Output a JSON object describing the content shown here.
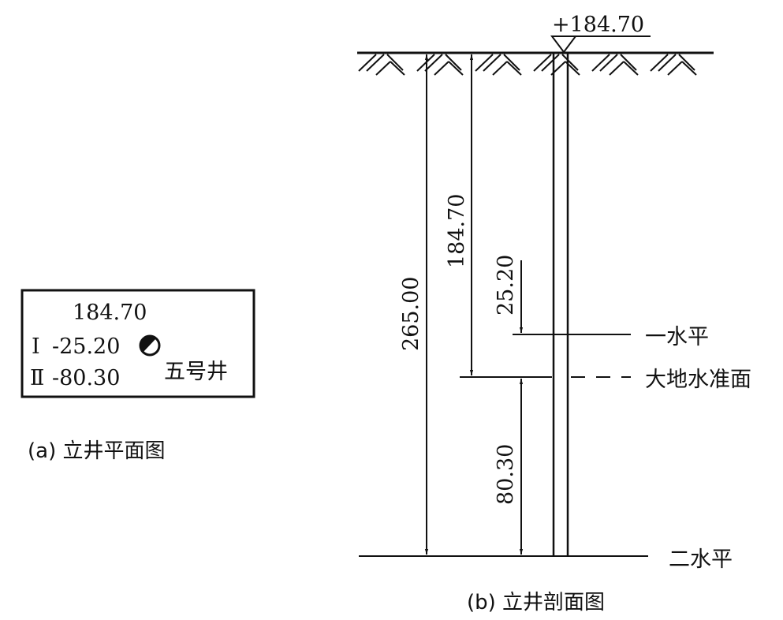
{
  "plan": {
    "elevation": "184.70",
    "level1_prefix": "Ⅰ",
    "level1_value": "-25.20",
    "level2_prefix": "Ⅱ",
    "level2_value": "-80.30",
    "shaft_name": "五号井",
    "caption": "(a) 立井平面图"
  },
  "section": {
    "top_elevation": "+184.70",
    "dim_total": "265.00",
    "dim_surface_to_datum": "184.70",
    "dim_level1_to_datum": "25.20",
    "dim_datum_to_level2": "80.30",
    "label_level1": "一水平",
    "label_datum": "大地水准面",
    "label_level2": "二水平",
    "caption": "(b) 立井剖面图"
  }
}
